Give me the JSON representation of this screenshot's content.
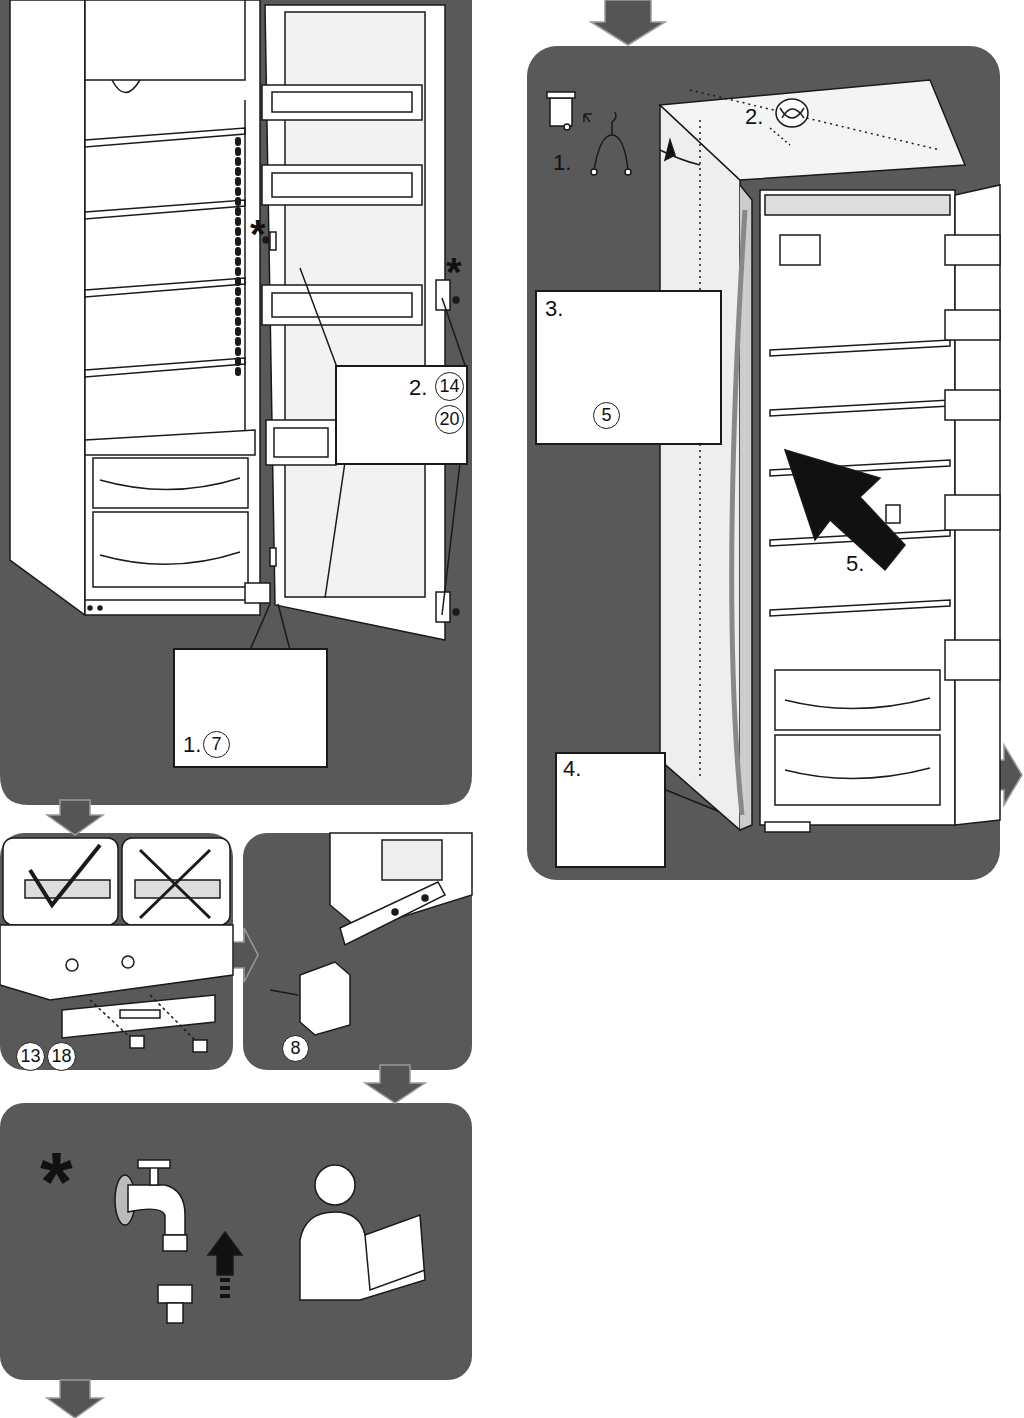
{
  "diagram": {
    "nodes": [
      {
        "text": [
          "2."
        ]
      },
      {
        "text": [
          "14"
        ],
        "in": 0
      },
      {
        "text": [
          "20"
        ],
        "in": 0
      },
      {
        "text": [
          "1."
        ]
      },
      {
        "text": [
          "7"
        ],
        "in": 3
      },
      {
        "text": [
          "13"
        ]
      },
      {
        "text": [
          "18"
        ]
      },
      {
        "text": [
          "8"
        ]
      },
      {
        "text": [
          "3."
        ]
      },
      {
        "text": [
          "5"
        ],
        "in": 8
      },
      {
        "text": [
          "4."
        ]
      }
    ],
    "labels": [
      "*",
      "*",
      "*",
      "1.",
      "2.",
      "5."
    ]
  }
}
